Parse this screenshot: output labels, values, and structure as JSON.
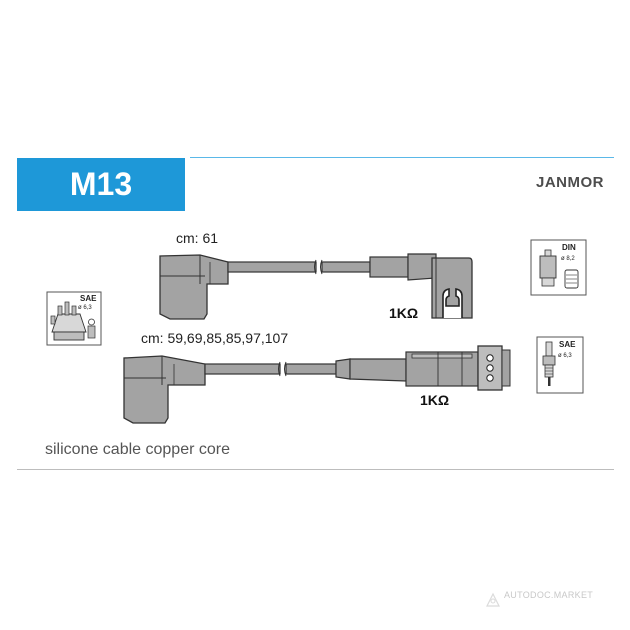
{
  "product": {
    "code": "M13",
    "brand": "JANMOR"
  },
  "colors": {
    "accent": "#1e98d8",
    "cable_fill": "#a3a3a3",
    "connector_fill": "#bdbdbd",
    "outline": "#333333"
  },
  "cables": [
    {
      "length_label": "cm: 61",
      "resistor_label": "1KΩ",
      "plug_end": "spark-plug-boot"
    },
    {
      "length_label": "cm: 59,69,85,85,97,107",
      "resistor_label": "1KΩ",
      "plug_end": "multi-contact-connector"
    }
  ],
  "standards": {
    "distributor": {
      "tag": "SAE",
      "size": "ø 6,3",
      "icon": "distributor-cap-icon"
    },
    "coil": {
      "tag": "DIN",
      "size": "ø 8,2",
      "icon": "ignition-coil-icon"
    },
    "spark_plug": {
      "tag": "SAE",
      "size": "ø 6,3",
      "icon": "spark-plug-icon"
    }
  },
  "description": "silicone cable copper core",
  "watermark": "AUTODOC.MARKET"
}
